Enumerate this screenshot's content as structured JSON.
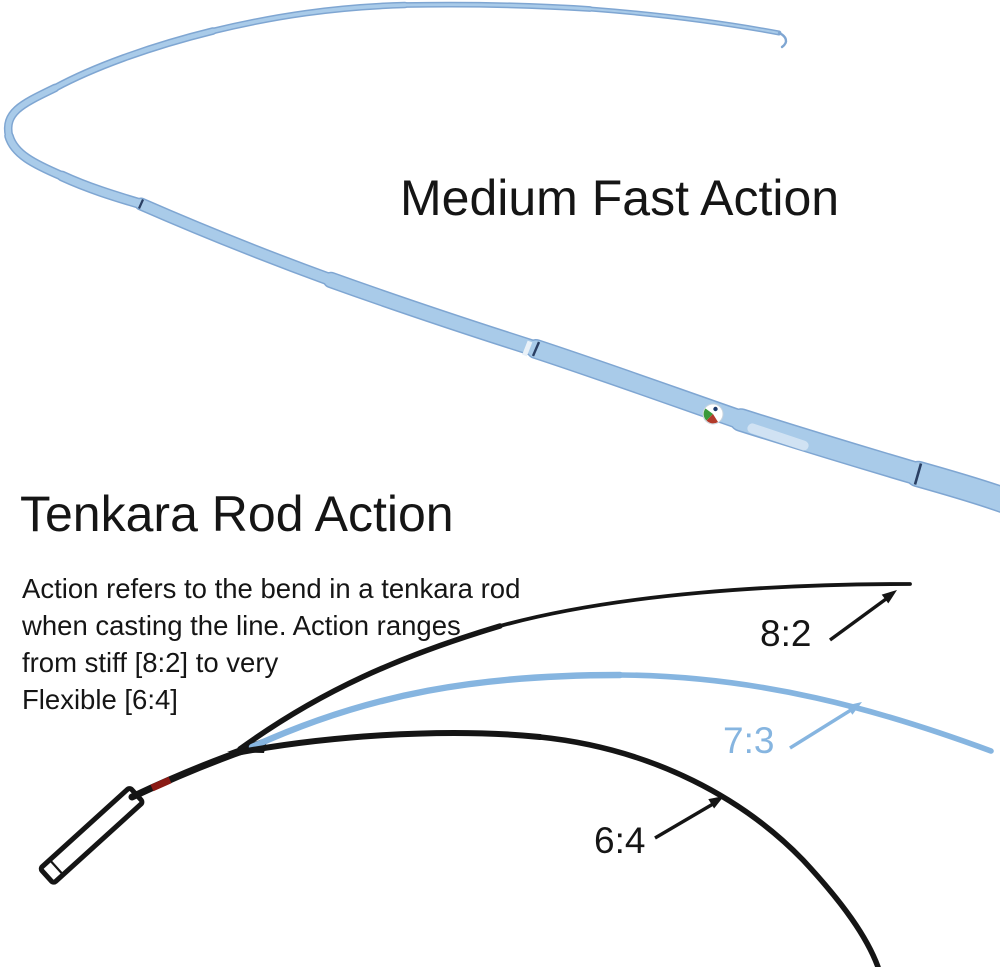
{
  "colors": {
    "ink": "#151515",
    "blue": "#86b5e0",
    "rod_fill": "#a9cbe9",
    "rod_edge": "#7fa6d2",
    "rod_joint": "#2a3f63",
    "red_band": "#8a1a14",
    "background": "#ffffff"
  },
  "top_section": {
    "title": "Medium Fast Action"
  },
  "action_section": {
    "heading": "Tenkara Rod Action",
    "description_lines": [
      "Action refers to the bend in a tenkara rod",
      "when casting the line. Action ranges",
      "from stiff [8:2] to very",
      "Flexible [6:4]"
    ],
    "curves": [
      {
        "label": "8:2",
        "color": "#151515"
      },
      {
        "label": "7:3",
        "color": "#86b5e0"
      },
      {
        "label": "6:4",
        "color": "#151515"
      }
    ]
  }
}
